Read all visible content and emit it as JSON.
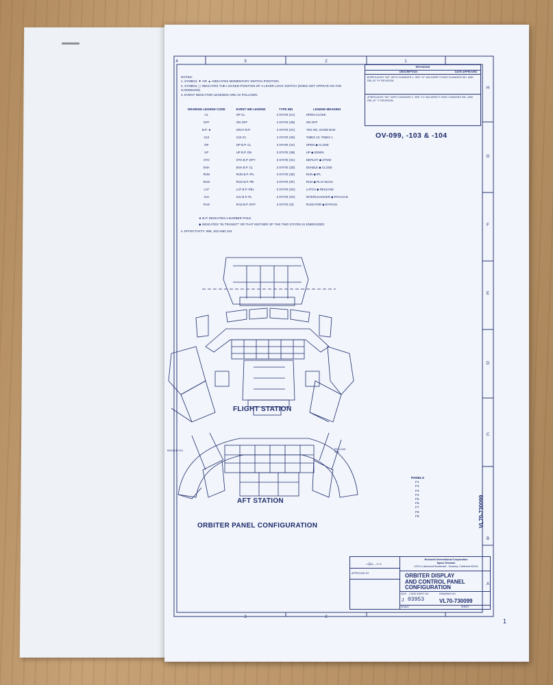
{
  "zones_top": [
    "4",
    "3",
    "2",
    "1"
  ],
  "zones_bottom": [
    "3",
    "2"
  ],
  "zones_right": [
    "H",
    "G",
    "F",
    "E",
    "D",
    "C",
    "B",
    "A"
  ],
  "notes": {
    "title": "NOTES:",
    "lines": [
      "1. SYMBOL ▼ OR ▲ INDICATES MOMENTARY SWITCH POSITION.",
      "2. SYMBOL ◻ INDICATES THE LOCKED POSITION OF A LEVER LOCK SWITCH (DOES NOT APPEAR ON THE",
      "    HARDWARE)",
      "3. EVENT INDICATOR LEGENDS ARE AS FOLLOWS:"
    ],
    "footnote_bp": "★ B.P. INDICATES A BARBER POLE",
    "footnote_transit": "◆ INDICATES \"IN TRANSIT\" OR THAT NEITHER OF THE TWO STATES IS ENERGIZED",
    "effectivity": "4. EFFECTIVITY: 099, 103 AND 104"
  },
  "legend_table": {
    "headers": [
      "DRAWING LEGEND CODE",
      "EVENT IND LEGEND",
      "TYPE IND",
      "LEGEND MEANING"
    ],
    "rows": [
      [
        "CL",
        "OP CL",
        "2 STATE (2A)",
        "OPEN-CLOSE"
      ],
      [
        "OFF",
        "ON OFF",
        "2 STATE (2B)",
        "ON-OFF"
      ],
      [
        "B.P. ★",
        "GRAY B.P.",
        "2 STATE (2C)",
        "YES NO, GOOD BAD"
      ],
      [
        "X10",
        "X10 X1",
        "2 STATE (2D)",
        "TIMES 10, TIMES 1"
      ],
      [
        "OP",
        "OP B.P. CL",
        "3 STATE (3A)",
        "OPEN ◆ CLOSE"
      ],
      [
        "UP",
        "UP B.P. DN",
        "3 STATE (3B)",
        "UP ◆ DOWN"
      ],
      [
        "STO",
        "STO B.P. DPY",
        "3 STATE (3C)",
        "DEPLOY ◆ STOW"
      ],
      [
        "ENA",
        "ENA B.P. CL",
        "3 STATE (3D)",
        "ENABLE ◆ CLOSE"
      ],
      [
        "RUN",
        "RUN B.P. IPL",
        "3 STATE (3E)",
        "RUN ◆ IPL"
      ],
      [
        "RCD",
        "RCD B.P. PB",
        "3 STATE (3F)",
        "RCD ◆ PLAY BACK"
      ],
      [
        "LAT",
        "LAT B.P. REL",
        "3 STATE (3G)",
        "LATCH ◆ RELEASE"
      ],
      [
        "ICH",
        "ICH B.P. PL",
        "3 STATE (3H)",
        "INTERCHANGER ◆ PAYLOAD"
      ],
      [
        "RAD",
        "RAD B.P. BYP",
        "3 STATE (3I)",
        "RADIATOR ◆ BYPASS"
      ]
    ]
  },
  "revisions": {
    "header": "REVISIONS",
    "col_description": "DESCRIPTION",
    "col_date": "DATE  APPROVED",
    "rows": [
      {
        "ltr": "H",
        "desc": "REPLACES \"MC\" WITH CHANGES 1. SEE \"CI\" ADI-DIRECT DWG CHANGES INC. AND REL AT \"H\" REVISION."
      },
      {
        "ltr": "J",
        "desc": "REPLACES \"MC\" WITH CHANGES 1. SEE \"CI\" ADI-DIRECT DWG CHANGES INC. AND REL AT \"J\" REVISION."
      }
    ]
  },
  "effectivity_heading": "OV-099, -103 & -104",
  "flight_station_label": "FLIGHT STATION",
  "aft_station_label": "AFT STATION",
  "main_title": "ORBITER PANEL CONFIGURATION",
  "panels": {
    "title": "PANELS",
    "items": [
      "F1",
      "F2",
      "F3",
      "F4",
      "F5",
      "F6",
      "F7",
      "F8",
      "F9"
    ]
  },
  "aft_station_labels": {
    "left": "MISSION STA",
    "right": "PAYLOAD STA"
  },
  "title_block": {
    "company": "Rockwell International Corporation",
    "division": "Space Division",
    "address": "12214 Lakewood Boulevard · Downey, California 90241",
    "title_lines": [
      "ORBITER DISPLAY",
      "AND CONTROL PANEL",
      "CONFIGURATION"
    ],
    "size_label": "SIZE",
    "code_label": "CODE IDENT NO",
    "dwg_label": "DRAWING NO",
    "size": "J",
    "code_ident": "03953",
    "drawing_no": "VL70-730099",
    "scale_label": "SCALE",
    "sheet_label": "SHEET",
    "approved_label": "APPROVED BY"
  },
  "side_drawing_no": "VL70-730099",
  "sheet_number": "1"
}
